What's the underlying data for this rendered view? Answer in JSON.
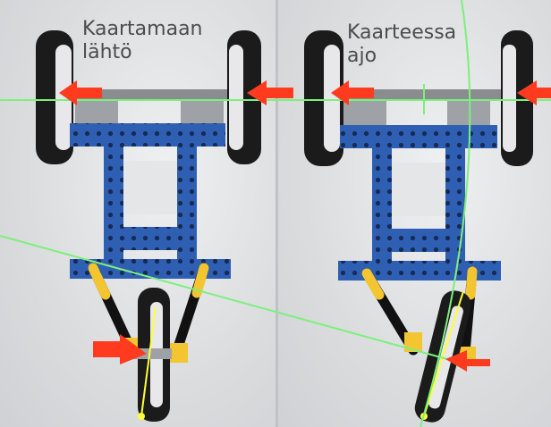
{
  "captions": {
    "left_line1": "Kaartamaan",
    "left_line2": "lähtö",
    "right_line1": "Kaarteessa",
    "right_line2": "ajo"
  },
  "colors": {
    "background": "#d9dadb",
    "frame": "#2f5fb3",
    "frame_dark": "#1f3f80",
    "tire": "#1b1b1b",
    "rim": "#e8e8ea",
    "arrow": "#ff3b1f",
    "guide_line": "#7cf07c",
    "axis_line": "#ffff33",
    "strut_yellow": "#f2c531",
    "caption_text": "#4a4c4f"
  }
}
